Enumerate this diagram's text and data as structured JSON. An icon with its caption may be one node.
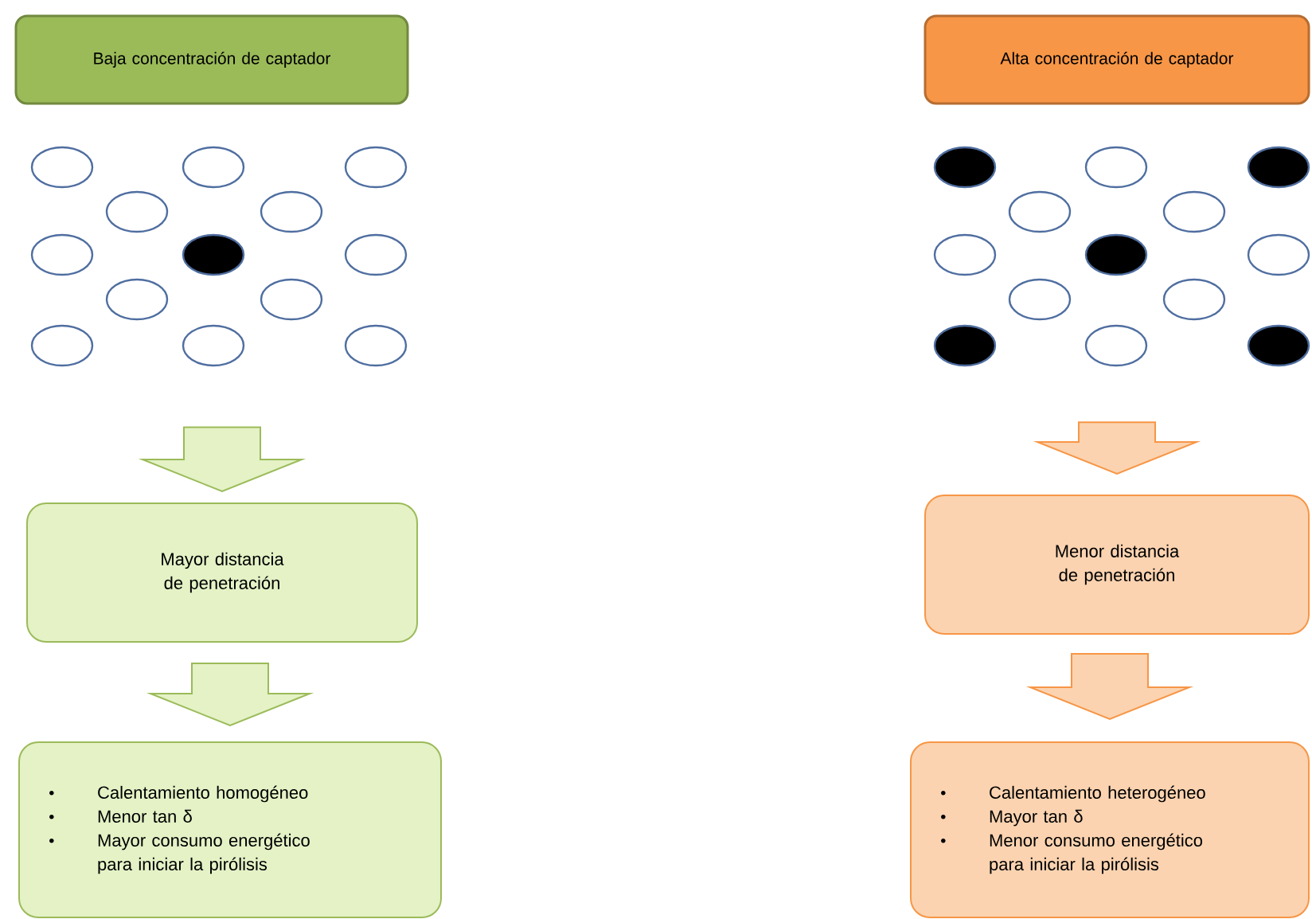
{
  "diagram": {
    "nodes": [
      {
        "text": [
          "Baja concentración de captador"
        ]
      },
      {
        "text": [],
        "shape": "picture"
      },
      {
        "text": [
          "Mayor distancia de penetración"
        ]
      },
      {
        "text": [
          "Calentamiento homogéneo",
          "Menor tan δ",
          "Mayor consumo energético para iniciar la pirólisis"
        ]
      },
      {
        "text": [
          "Alta concentración de captador"
        ]
      },
      {
        "text": [],
        "shape": "picture"
      },
      {
        "text": [
          "Menor distancia de penetración"
        ]
      },
      {
        "text": [
          "Calentamiento heterogéneo",
          "Mayor tan δ",
          "Menor consumo energético para iniciar la pirólisis"
        ]
      }
    ],
    "edges": [
      {
        "from": 1,
        "to": 2,
        "arrow": "to"
      },
      {
        "from": 2,
        "to": 3,
        "arrow": "to"
      },
      {
        "from": 5,
        "to": 6,
        "arrow": "to"
      },
      {
        "from": 6,
        "to": 7,
        "arrow": "to"
      }
    ]
  }
}
